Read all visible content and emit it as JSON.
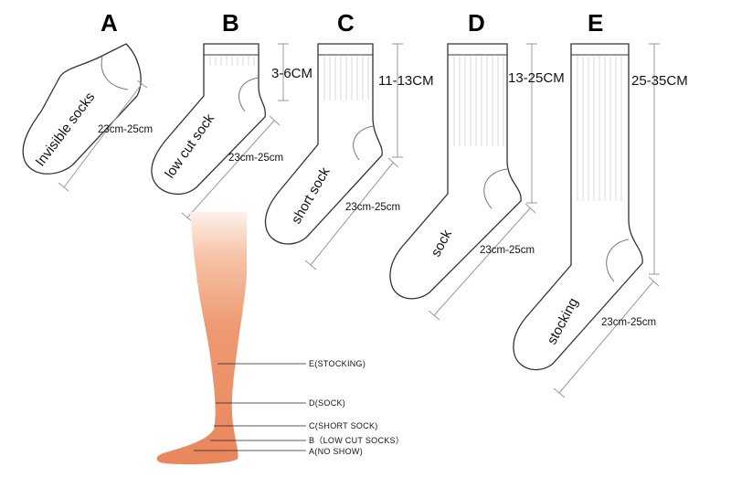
{
  "socks": [
    {
      "letter": "A",
      "name": "Invisible socks",
      "height": "",
      "length": "23cm-25cm"
    },
    {
      "letter": "B",
      "name": "low cut sock",
      "height": "3-6CM",
      "length": "23cm-25cm"
    },
    {
      "letter": "C",
      "name": "short sock",
      "height": "11-13CM",
      "length": "23cm-25cm"
    },
    {
      "letter": "D",
      "name": "sock",
      "height": "13-25CM",
      "length": "23cm-25cm"
    },
    {
      "letter": "E",
      "name": "stocking",
      "height": "25-35CM",
      "length": "23cm-25cm"
    }
  ],
  "leg_levels": [
    {
      "label": "E(STOCKING)"
    },
    {
      "label": "D(SOCK)"
    },
    {
      "label": "C(SHORT SOCK)"
    },
    {
      "label": "B（LOW CUT SOCKS）"
    },
    {
      "label": "A(NO SHOW)"
    }
  ],
  "colors": {
    "leg_top": "#fbe3d4",
    "leg_main": "#ef9c74",
    "leg_dark": "#e57f55"
  }
}
